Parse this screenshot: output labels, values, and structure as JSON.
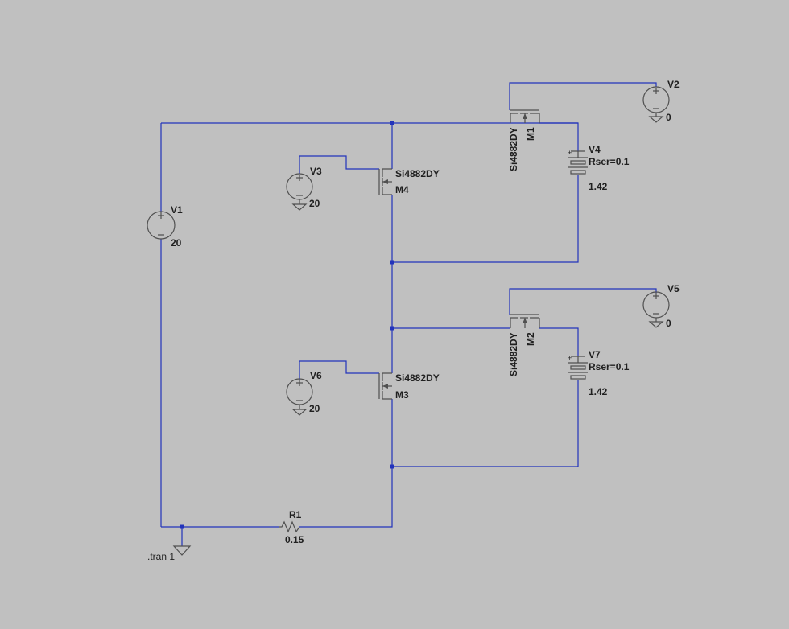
{
  "components": {
    "V1": {
      "name": "V1",
      "value": "20"
    },
    "V2": {
      "name": "V2",
      "value": "0"
    },
    "V3": {
      "name": "V3",
      "value": "20"
    },
    "V4": {
      "name": "V4",
      "rser": "Rser=0.1",
      "value": "1.42"
    },
    "V5": {
      "name": "V5",
      "value": "0"
    },
    "V6": {
      "name": "V6",
      "value": "20"
    },
    "V7": {
      "name": "V7",
      "rser": "Rser=0.1",
      "value": "1.42"
    },
    "M1": {
      "name": "M1",
      "model": "Si4882DY"
    },
    "M2": {
      "name": "M2",
      "model": "Si4882DY"
    },
    "M3": {
      "name": "M3",
      "model": "Si4882DY"
    },
    "M4": {
      "name": "M4",
      "model": "Si4882DY"
    },
    "R1": {
      "name": "R1",
      "value": "0.15"
    }
  },
  "directive": ".tran 1",
  "colors": {
    "background": "#c0c0c0",
    "wire": "#2233bb",
    "symbol": "#505050",
    "text": "#202020"
  }
}
